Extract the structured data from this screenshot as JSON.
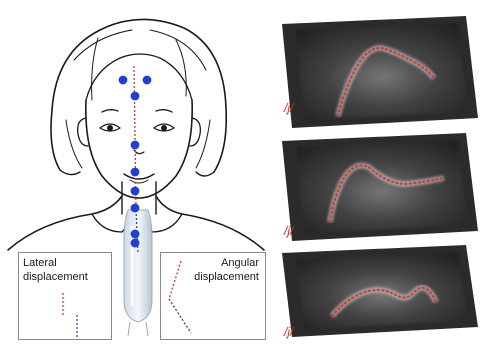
{
  "insets": {
    "lateral": {
      "line1": "Lateral",
      "line2": "displacement"
    },
    "angular": {
      "line1": "Angular",
      "line2": "displacement"
    }
  },
  "ultrasound": {
    "frames": [
      {
        "label": "/j/"
      },
      {
        "label": "/j/"
      },
      {
        "label": "/j/"
      }
    ]
  },
  "colors": {
    "marker_dot": "#1f3fd8",
    "midline_red": "#d8322a",
    "midline_blue": "#2d3fb8",
    "tongue_trace": "#e0342a",
    "ultrasound_bg": "#2b2b2b"
  }
}
